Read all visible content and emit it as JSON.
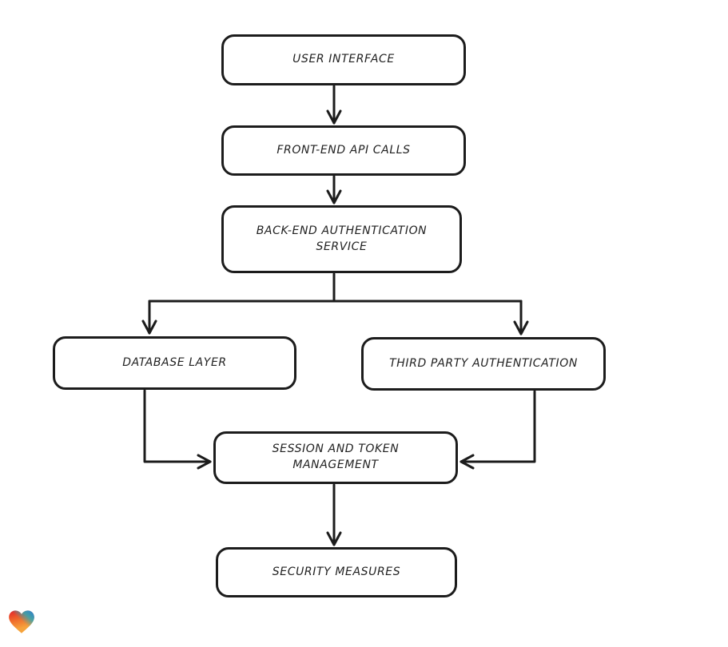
{
  "diagram": {
    "nodes": {
      "user_interface": {
        "label": "USER INTERFACE"
      },
      "front_end_api_calls": {
        "label": "FRONT-END API CALLS"
      },
      "back_end_auth_service": {
        "label": "BACK-END AUTHENTICATION SERVICE"
      },
      "database_layer": {
        "label": "DATABASE LAYER"
      },
      "third_party_auth": {
        "label": "THIRD PARTY AUTHENTICATION"
      },
      "session_token_mgmt": {
        "label": "SESSION AND TOKEN MANAGEMENT"
      },
      "security_measures": {
        "label": "SECURITY MEASURES"
      }
    },
    "edges": [
      {
        "from": "user_interface",
        "to": "front_end_api_calls"
      },
      {
        "from": "front_end_api_calls",
        "to": "back_end_auth_service"
      },
      {
        "from": "back_end_auth_service",
        "to": "database_layer"
      },
      {
        "from": "back_end_auth_service",
        "to": "third_party_auth"
      },
      {
        "from": "database_layer",
        "to": "session_token_mgmt"
      },
      {
        "from": "third_party_auth",
        "to": "session_token_mgmt"
      },
      {
        "from": "session_token_mgmt",
        "to": "security_measures"
      }
    ],
    "colors": {
      "stroke": "#1c1c1c",
      "node_fill": "#ffffff",
      "background": "#ffffff"
    }
  },
  "branding": {
    "logo": "heart-logo",
    "logo_colors": [
      "#e62129",
      "#f6a33c",
      "#2b7fd0",
      "#2aa9b8"
    ]
  }
}
